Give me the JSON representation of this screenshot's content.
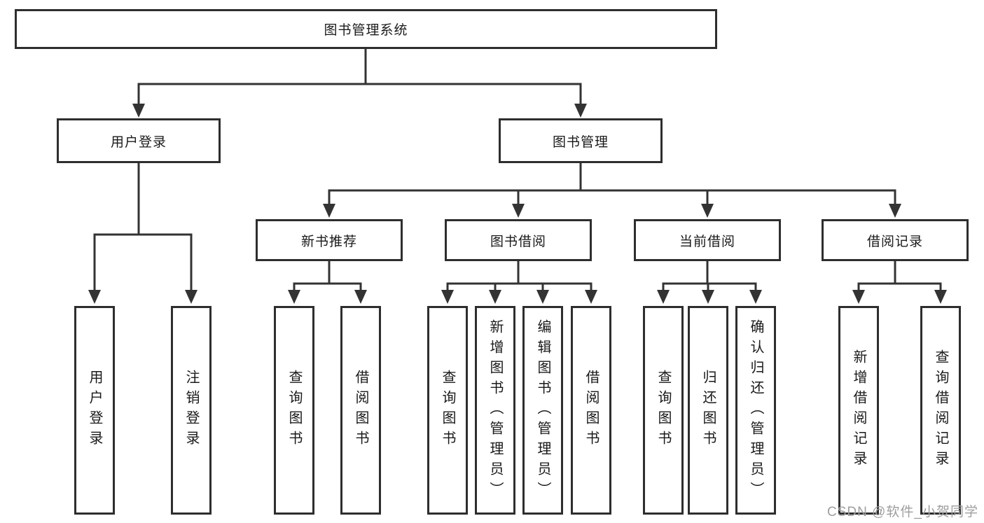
{
  "tree": {
    "root": {
      "label": "图书管理系统"
    },
    "branches": [
      {
        "label": "用户登录",
        "children": [
          {
            "label": "用户登录"
          },
          {
            "label": "注销登录"
          }
        ]
      },
      {
        "label": "图书管理",
        "children": [
          {
            "label": "新书推荐",
            "children": [
              {
                "label": "查询图书"
              },
              {
                "label": "借阅图书"
              }
            ]
          },
          {
            "label": "图书借阅",
            "children": [
              {
                "label": "查询图书"
              },
              {
                "label": "新增图书（管理员）"
              },
              {
                "label": "编辑图书（管理员）"
              },
              {
                "label": "借阅图书"
              }
            ]
          },
          {
            "label": "当前借阅",
            "children": [
              {
                "label": "查询图书"
              },
              {
                "label": "归还图书"
              },
              {
                "label": "确认归还（管理员）"
              }
            ]
          },
          {
            "label": "借阅记录",
            "children": [
              {
                "label": "新增借阅记录"
              },
              {
                "label": "查询借阅记录"
              }
            ]
          }
        ]
      }
    ]
  },
  "watermark": {
    "text": "CSDN @软件_小贺同学"
  },
  "colors": {
    "line": "#333333",
    "box_border": "#2e2e2e",
    "text": "#1a1a1a",
    "watermark": "#9e9e9e",
    "background": "#ffffff"
  }
}
